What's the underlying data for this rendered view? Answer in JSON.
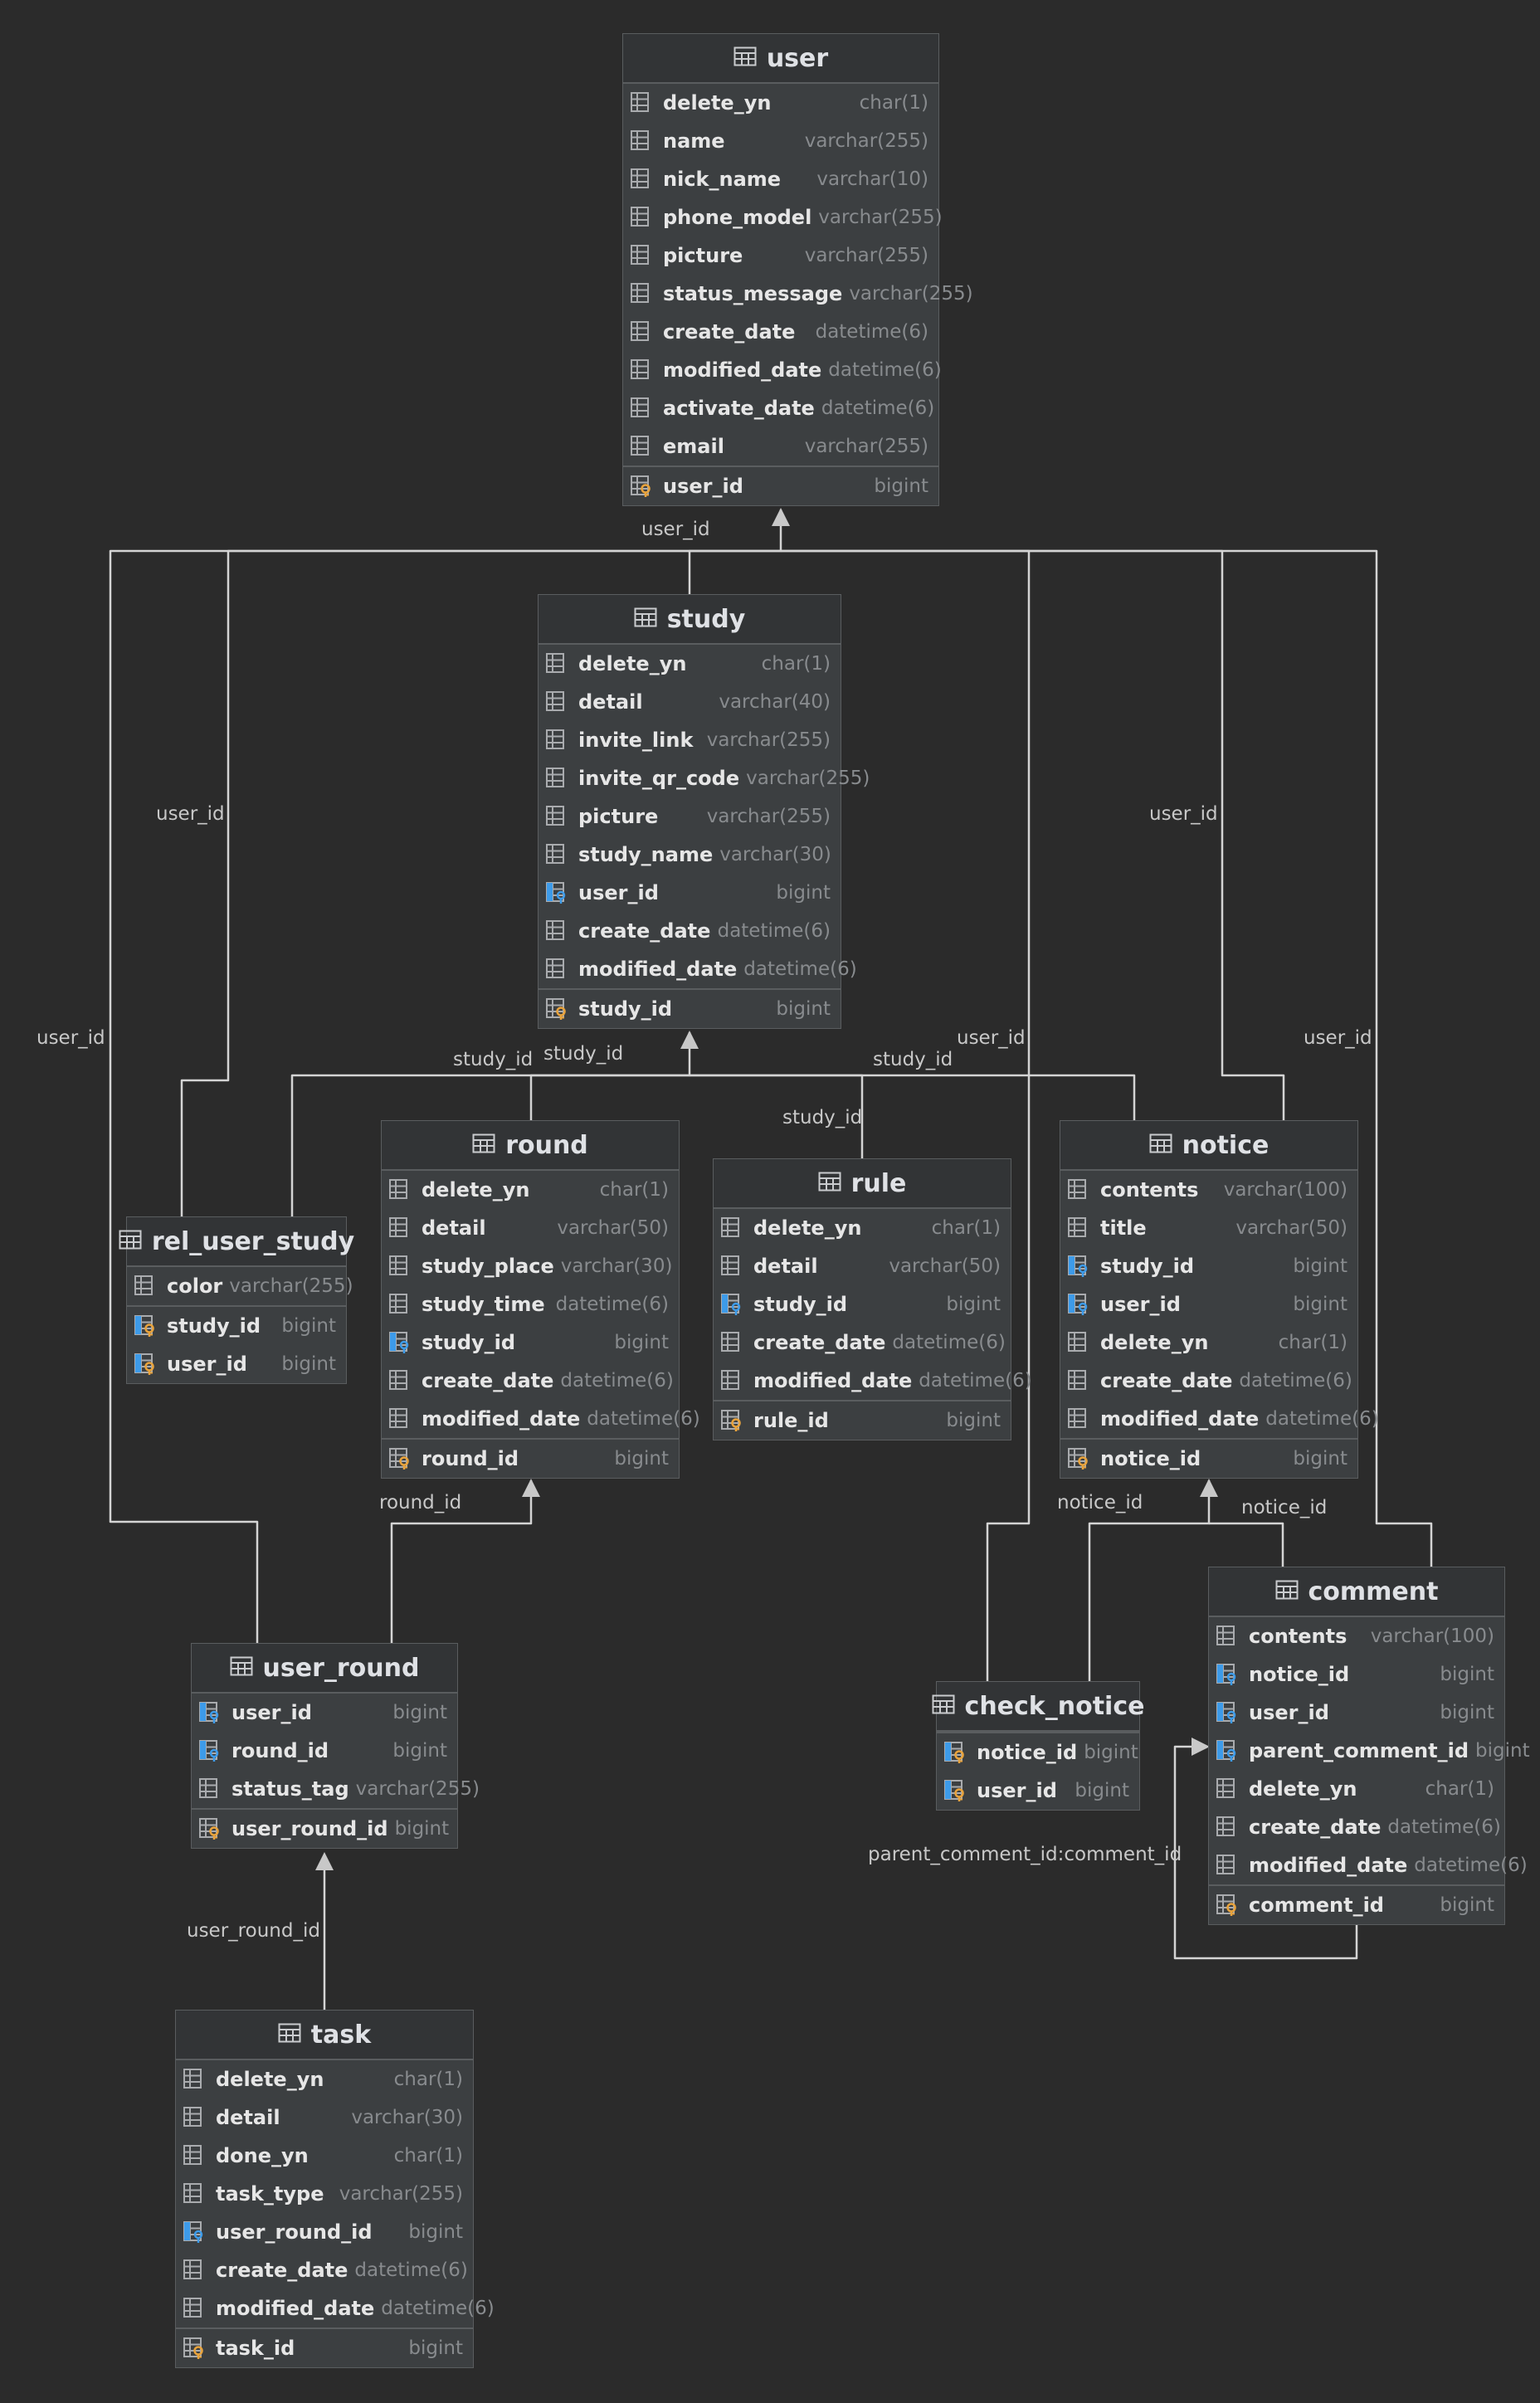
{
  "colors": {
    "background": "#2b2b2b",
    "table": "#3c3f41",
    "header": "#323436",
    "line": "#d4d4d4",
    "fk_icon": "#3d9be9",
    "pk_key": "#e8a33d"
  },
  "tables": [
    {
      "id": "user",
      "name": "user",
      "columns": [
        {
          "name": "delete_yn",
          "type": "char(1)",
          "kind": "col"
        },
        {
          "name": "name",
          "type": "varchar(255)",
          "kind": "col"
        },
        {
          "name": "nick_name",
          "type": "varchar(10)",
          "kind": "col"
        },
        {
          "name": "phone_model",
          "type": "varchar(255)",
          "kind": "col"
        },
        {
          "name": "picture",
          "type": "varchar(255)",
          "kind": "col"
        },
        {
          "name": "status_message",
          "type": "varchar(255)",
          "kind": "col"
        },
        {
          "name": "create_date",
          "type": "datetime(6)",
          "kind": "col"
        },
        {
          "name": "modified_date",
          "type": "datetime(6)",
          "kind": "col"
        },
        {
          "name": "activate_date",
          "type": "datetime(6)",
          "kind": "col"
        },
        {
          "name": "email",
          "type": "varchar(255)",
          "kind": "col"
        }
      ],
      "pk": [
        {
          "name": "user_id",
          "type": "bigint",
          "kind": "pk"
        }
      ]
    },
    {
      "id": "study",
      "name": "study",
      "columns": [
        {
          "name": "delete_yn",
          "type": "char(1)",
          "kind": "col"
        },
        {
          "name": "detail",
          "type": "varchar(40)",
          "kind": "col"
        },
        {
          "name": "invite_link",
          "type": "varchar(255)",
          "kind": "col"
        },
        {
          "name": "invite_qr_code",
          "type": "varchar(255)",
          "kind": "col"
        },
        {
          "name": "picture",
          "type": "varchar(255)",
          "kind": "col"
        },
        {
          "name": "study_name",
          "type": "varchar(30)",
          "kind": "col"
        },
        {
          "name": "user_id",
          "type": "bigint",
          "kind": "fk"
        },
        {
          "name": "create_date",
          "type": "datetime(6)",
          "kind": "col"
        },
        {
          "name": "modified_date",
          "type": "datetime(6)",
          "kind": "col"
        }
      ],
      "pk": [
        {
          "name": "study_id",
          "type": "bigint",
          "kind": "pk"
        }
      ]
    },
    {
      "id": "round",
      "name": "round",
      "columns": [
        {
          "name": "delete_yn",
          "type": "char(1)",
          "kind": "col"
        },
        {
          "name": "detail",
          "type": "varchar(50)",
          "kind": "col"
        },
        {
          "name": "study_place",
          "type": "varchar(30)",
          "kind": "col"
        },
        {
          "name": "study_time",
          "type": "datetime(6)",
          "kind": "col"
        },
        {
          "name": "study_id",
          "type": "bigint",
          "kind": "fk"
        },
        {
          "name": "create_date",
          "type": "datetime(6)",
          "kind": "col"
        },
        {
          "name": "modified_date",
          "type": "datetime(6)",
          "kind": "col"
        }
      ],
      "pk": [
        {
          "name": "round_id",
          "type": "bigint",
          "kind": "pk"
        }
      ]
    },
    {
      "id": "rule",
      "name": "rule",
      "columns": [
        {
          "name": "delete_yn",
          "type": "char(1)",
          "kind": "col"
        },
        {
          "name": "detail",
          "type": "varchar(50)",
          "kind": "col"
        },
        {
          "name": "study_id",
          "type": "bigint",
          "kind": "fk"
        },
        {
          "name": "create_date",
          "type": "datetime(6)",
          "kind": "col"
        },
        {
          "name": "modified_date",
          "type": "datetime(6)",
          "kind": "col"
        }
      ],
      "pk": [
        {
          "name": "rule_id",
          "type": "bigint",
          "kind": "pk"
        }
      ]
    },
    {
      "id": "notice",
      "name": "notice",
      "columns": [
        {
          "name": "contents",
          "type": "varchar(100)",
          "kind": "col"
        },
        {
          "name": "title",
          "type": "varchar(50)",
          "kind": "col"
        },
        {
          "name": "study_id",
          "type": "bigint",
          "kind": "fk"
        },
        {
          "name": "user_id",
          "type": "bigint",
          "kind": "fk"
        },
        {
          "name": "delete_yn",
          "type": "char(1)",
          "kind": "col"
        },
        {
          "name": "create_date",
          "type": "datetime(6)",
          "kind": "col"
        },
        {
          "name": "modified_date",
          "type": "datetime(6)",
          "kind": "col"
        }
      ],
      "pk": [
        {
          "name": "notice_id",
          "type": "bigint",
          "kind": "pk"
        }
      ]
    },
    {
      "id": "rel_user_study",
      "name": "rel_user_study",
      "columns": [
        {
          "name": "color",
          "type": "varchar(255)",
          "kind": "col"
        }
      ],
      "pk": [
        {
          "name": "study_id",
          "type": "bigint",
          "kind": "pkfk"
        },
        {
          "name": "user_id",
          "type": "bigint",
          "kind": "pkfk"
        }
      ]
    },
    {
      "id": "user_round",
      "name": "user_round",
      "columns": [
        {
          "name": "user_id",
          "type": "bigint",
          "kind": "fk"
        },
        {
          "name": "round_id",
          "type": "bigint",
          "kind": "fk"
        },
        {
          "name": "status_tag",
          "type": "varchar(255)",
          "kind": "col"
        }
      ],
      "pk": [
        {
          "name": "user_round_id",
          "type": "bigint",
          "kind": "pk"
        }
      ]
    },
    {
      "id": "task",
      "name": "task",
      "columns": [
        {
          "name": "delete_yn",
          "type": "char(1)",
          "kind": "col"
        },
        {
          "name": "detail",
          "type": "varchar(30)",
          "kind": "col"
        },
        {
          "name": "done_yn",
          "type": "char(1)",
          "kind": "col"
        },
        {
          "name": "task_type",
          "type": "varchar(255)",
          "kind": "col"
        },
        {
          "name": "user_round_id",
          "type": "bigint",
          "kind": "fk"
        },
        {
          "name": "create_date",
          "type": "datetime(6)",
          "kind": "col"
        },
        {
          "name": "modified_date",
          "type": "datetime(6)",
          "kind": "col"
        }
      ],
      "pk": [
        {
          "name": "task_id",
          "type": "bigint",
          "kind": "pk"
        }
      ]
    },
    {
      "id": "check_notice",
      "name": "check_notice",
      "columns": [],
      "pk": [
        {
          "name": "notice_id",
          "type": "bigint",
          "kind": "pkfk"
        },
        {
          "name": "user_id",
          "type": "bigint",
          "kind": "pkfk"
        }
      ]
    },
    {
      "id": "comment",
      "name": "comment",
      "columns": [
        {
          "name": "contents",
          "type": "varchar(100)",
          "kind": "col"
        },
        {
          "name": "notice_id",
          "type": "bigint",
          "kind": "fk"
        },
        {
          "name": "user_id",
          "type": "bigint",
          "kind": "fk"
        },
        {
          "name": "parent_comment_id",
          "type": "bigint",
          "kind": "fk"
        },
        {
          "name": "delete_yn",
          "type": "char(1)",
          "kind": "col"
        },
        {
          "name": "create_date",
          "type": "datetime(6)",
          "kind": "col"
        },
        {
          "name": "modified_date",
          "type": "datetime(6)",
          "kind": "col"
        }
      ],
      "pk": [
        {
          "name": "comment_id",
          "type": "bigint",
          "kind": "pk"
        }
      ]
    }
  ],
  "edge_labels": [
    "user_id",
    "user_id",
    "user_id",
    "user_id",
    "user_id",
    "user_id",
    "study_id",
    "study_id",
    "study_id",
    "study_id",
    "user_id",
    "round_id",
    "notice_id",
    "notice_id",
    "user_round_id",
    "parent_comment_id:comment_id"
  ]
}
